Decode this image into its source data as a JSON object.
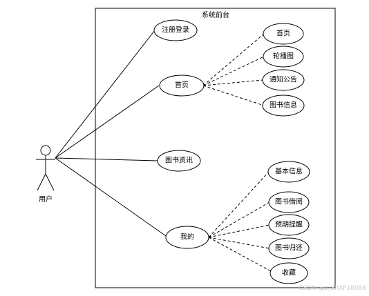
{
  "system": {
    "title": "系统前台"
  },
  "actor": {
    "label": "用户"
  },
  "use_cases": {
    "register_login": "注册登录",
    "home": "首页",
    "book_news": "图书资讯",
    "mine": "我的"
  },
  "home_extensions": [
    "首页",
    "轮播图",
    "通知公告",
    "图书信息"
  ],
  "mine_extensions": [
    "基本信息",
    "图书借阅",
    "预期提醒",
    "图书归还",
    "收藏"
  ],
  "watermark": "CSDN @z_ShXF10088"
}
